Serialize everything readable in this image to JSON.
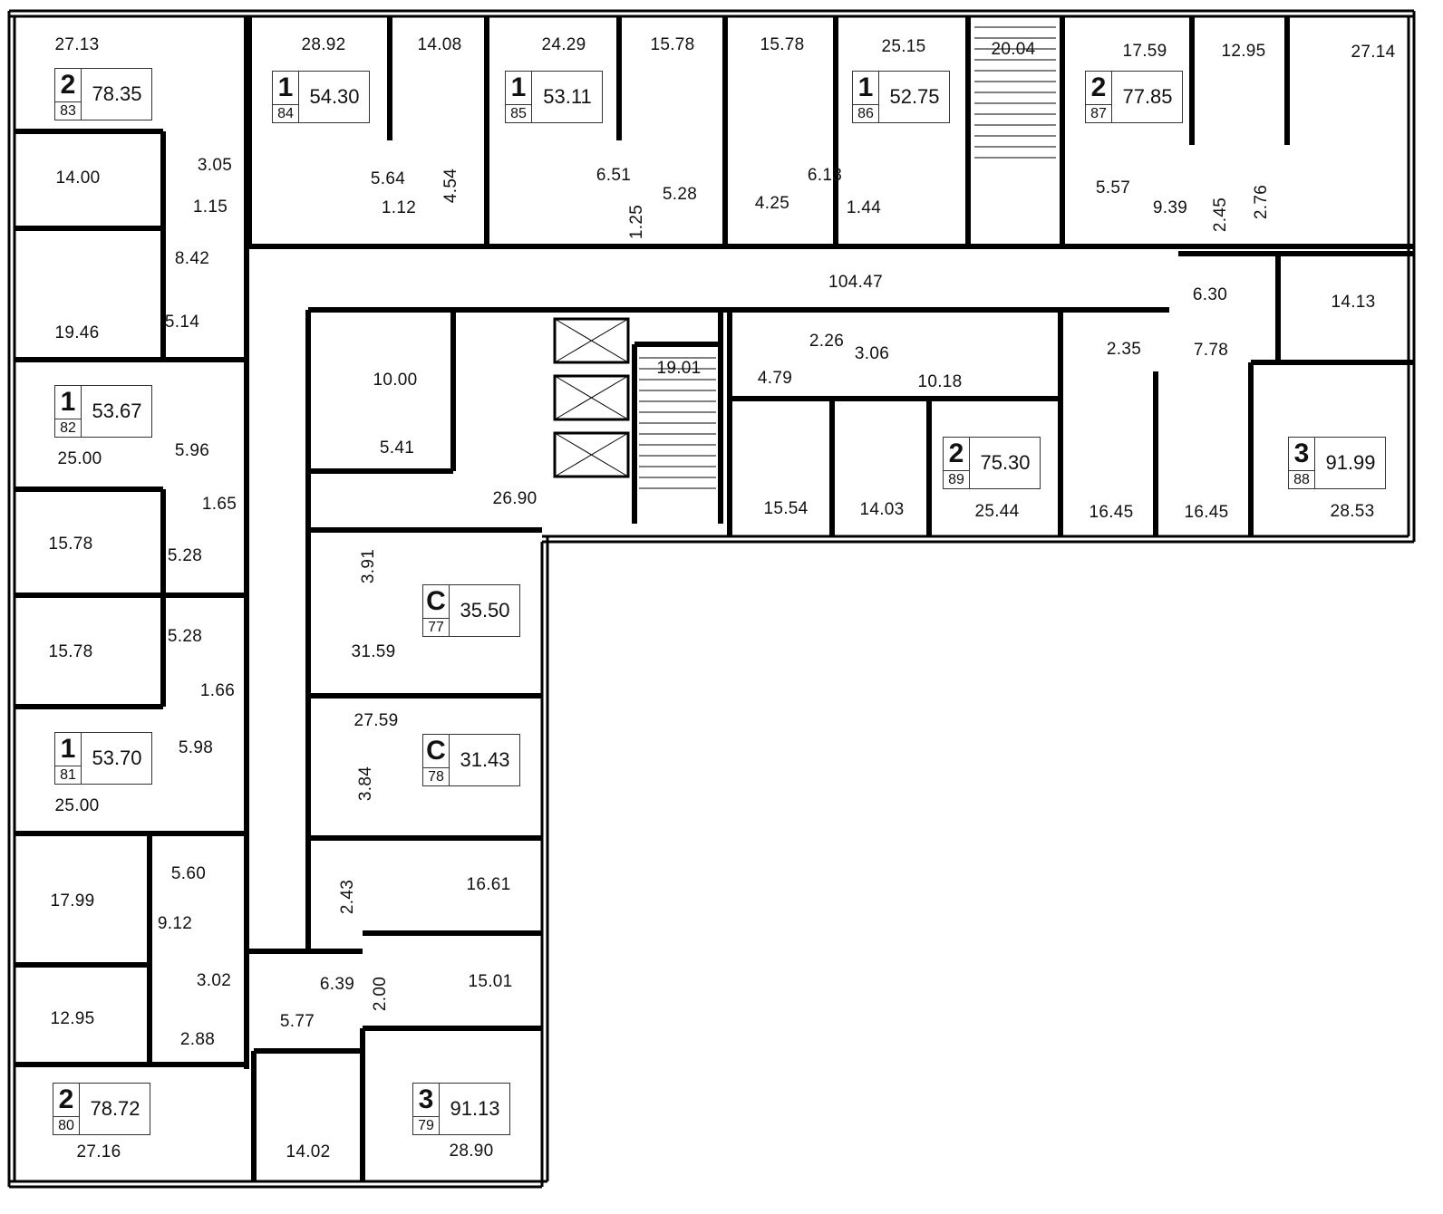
{
  "plan": {
    "corridor_area": "104.47",
    "apartments": [
      {
        "rooms": "2",
        "number": "83",
        "area": "78.35"
      },
      {
        "rooms": "1",
        "number": "84",
        "area": "54.30"
      },
      {
        "rooms": "1",
        "number": "85",
        "area": "53.11"
      },
      {
        "rooms": "1",
        "number": "86",
        "area": "52.75"
      },
      {
        "rooms": "2",
        "number": "87",
        "area": "77.85"
      },
      {
        "rooms": "1",
        "number": "82",
        "area": "53.67"
      },
      {
        "rooms": "2",
        "number": "89",
        "area": "75.30"
      },
      {
        "rooms": "3",
        "number": "88",
        "area": "91.99"
      },
      {
        "rooms": "C",
        "number": "77",
        "area": "35.50"
      },
      {
        "rooms": "C",
        "number": "78",
        "area": "31.43"
      },
      {
        "rooms": "1",
        "number": "81",
        "area": "53.70"
      },
      {
        "rooms": "2",
        "number": "80",
        "area": "78.72"
      },
      {
        "rooms": "3",
        "number": "79",
        "area": "91.13"
      }
    ],
    "room_areas": [
      "27.13",
      "28.92",
      "14.08",
      "24.29",
      "15.78",
      "15.78",
      "25.15",
      "20.04",
      "17.59",
      "12.95",
      "27.14",
      "14.00",
      "3.05",
      "1.15",
      "5.64",
      "1.12",
      "4.54",
      "6.51",
      "5.28",
      "1.25",
      "4.25",
      "6.13",
      "1.44",
      "5.57",
      "9.39",
      "2.45",
      "2.76",
      "8.42",
      "19.46",
      "5.14",
      "6.30",
      "14.13",
      "10.00",
      "19.01",
      "4.79",
      "2.26",
      "3.06",
      "10.18",
      "2.35",
      "7.78",
      "5.41",
      "5.96",
      "25.00",
      "1.65",
      "26.90",
      "15.54",
      "14.03",
      "25.44",
      "16.45",
      "16.45",
      "28.53",
      "15.78",
      "5.28",
      "3.91",
      "31.59",
      "15.78",
      "5.28",
      "1.66",
      "27.59",
      "5.98",
      "3.84",
      "25.00",
      "5.60",
      "16.61",
      "17.99",
      "9.12",
      "2.43",
      "3.02",
      "6.39",
      "2.00",
      "15.01",
      "12.95",
      "5.77",
      "2.88",
      "27.16",
      "14.02",
      "28.90"
    ]
  }
}
